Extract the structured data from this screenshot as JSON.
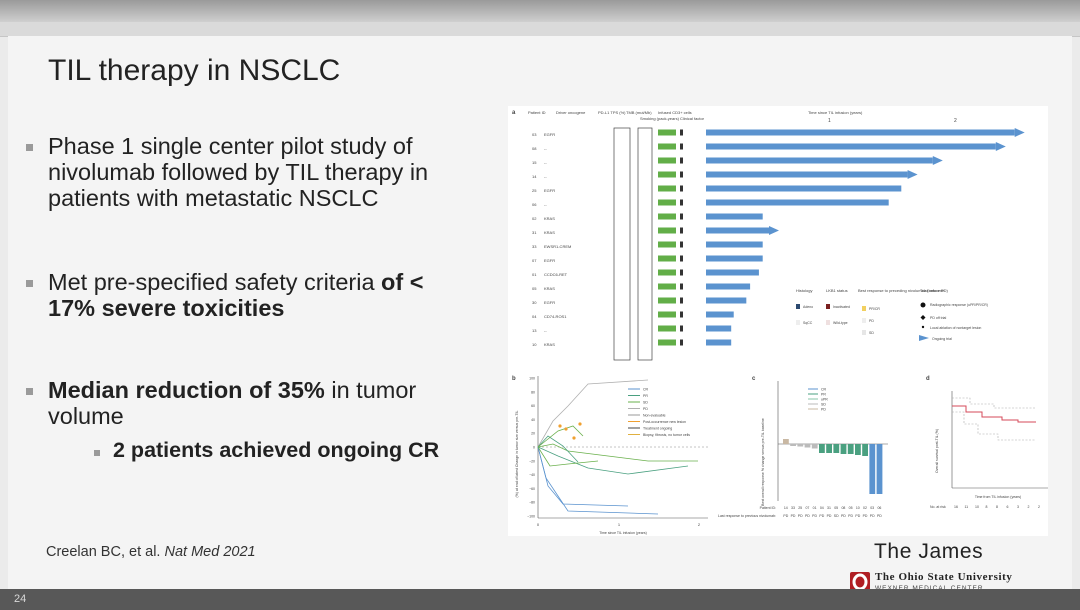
{
  "slide": {
    "title": "TIL therapy in NSCLC",
    "bullets": [
      {
        "lines": [
          "Phase 1 single center pilot study of",
          "nivolumab followed by TIL therapy in",
          "patients with metastatic NSCLC"
        ]
      },
      {
        "line1_prefix": "Met pre-specified safety criteria ",
        "line1_bold": "of <",
        "line2_bold": "17% severe toxicities"
      },
      {
        "line1_bold": "Median reduction of 35%",
        "line1_rest": " in tumor",
        "line2": "volume"
      }
    ],
    "sub_bullet": "2 patients achieved ongoing CR",
    "citation_prefix": "Creelan BC, et al. ",
    "citation_journal": "Nat Med 2021",
    "page_number": "24"
  },
  "branding": {
    "name": "The James",
    "university": "The Ohio State University",
    "center": "WEXNER MEDICAL CENTER",
    "scarlet": "#b01e23"
  },
  "figure": {
    "panel_a": {
      "label": "a",
      "headers": [
        "Patient ID",
        "Driver oncogene",
        "PD-L1 TPS (%)",
        "TMB (mut/Mb)",
        "Smoking (pack-years)",
        "Infused CD3+ cells",
        "Clinical factor"
      ],
      "time_axis_title": "Time since TIL infusion (years)",
      "time_ticks": [
        "1",
        "2"
      ],
      "rows": [
        {
          "id": "03",
          "gene": "EGFR",
          "years": 2.45,
          "ongoing": true
        },
        {
          "id": "08",
          "gene": "--",
          "years": 2.3,
          "ongoing": true
        },
        {
          "id": "15",
          "gene": "--",
          "years": 1.8,
          "ongoing": true
        },
        {
          "id": "14",
          "gene": "--",
          "years": 1.6,
          "ongoing": true
        },
        {
          "id": "25",
          "gene": "EGFR",
          "years": 1.55,
          "ongoing": false
        },
        {
          "id": "06",
          "gene": "--",
          "years": 1.45,
          "ongoing": false
        },
        {
          "id": "02",
          "gene": "KRAS",
          "years": 0.45,
          "ongoing": false
        },
        {
          "id": "31",
          "gene": "KRAS",
          "years": 0.5,
          "ongoing": true
        },
        {
          "id": "33",
          "gene": "EWSR1-CREM",
          "years": 0.45,
          "ongoing": false
        },
        {
          "id": "07",
          "gene": "EGFR",
          "years": 0.45,
          "ongoing": false
        },
        {
          "id": "01",
          "gene": "CCDC6-RET",
          "years": 0.42,
          "ongoing": false
        },
        {
          "id": "05",
          "gene": "KRAS",
          "years": 0.35,
          "ongoing": false
        },
        {
          "id": "30",
          "gene": "EGFR",
          "years": 0.32,
          "ongoing": false
        },
        {
          "id": "04",
          "gene": "CD74-ROS1",
          "years": 0.22,
          "ongoing": false
        },
        {
          "id": "13",
          "gene": "--",
          "years": 0.2,
          "ongoing": false
        },
        {
          "id": "10",
          "gene": "KRAS",
          "years": 0.2,
          "ongoing": false
        }
      ],
      "legend": {
        "histology_title": "Histology",
        "histology": [
          "Adeno",
          "SqCC"
        ],
        "lkb1_title": "LKB1 status",
        "lkb1": [
          "Inactivated",
          "Wild-type"
        ],
        "best_response_title": "Best response to preceding nivolumab (before PD)",
        "best_response": [
          "PR/CR",
          "PD",
          "SD"
        ],
        "outcome_title": "Trial outcome",
        "outcome": [
          "Radiographic response (uPR/PR/CR)",
          "PD off trial",
          "Local ablation of nontarget lesion",
          "Ongoing trial"
        ]
      }
    },
    "panel_b": {
      "label": "b",
      "ylabel": "(%) at end of latest Change in tumor size versus pre-TIL",
      "xlabel": "Time since TIL infusion (years)",
      "yticks": [
        "100",
        "80",
        "60",
        "40",
        "20",
        "0",
        "−20",
        "−40",
        "−60",
        "−80",
        "−100"
      ],
      "xticks": [
        "0",
        "1",
        "2"
      ],
      "legend": [
        "CR",
        "PR",
        "SD",
        "PD",
        "Non-evaluable",
        "Post-occurrence new lesion",
        "Treatment ongoing",
        "Biopsy, fibrosis, no tumor cells"
      ]
    },
    "panel_c": {
      "label": "c",
      "legend": [
        "CR",
        "PR",
        "uPR",
        "SD",
        "PD"
      ],
      "ylabel": "Best overall response % change versus pre-TIL baseline",
      "patient_ids": [
        "14",
        "33",
        "25",
        "07",
        "01",
        "04",
        "31",
        "05",
        "08",
        "05",
        "10",
        "02",
        "03",
        "06"
      ],
      "patient_row_label": "Patient ID:",
      "last_response_row_label": "Last response to previous nivolumab:",
      "last_response": [
        "PD",
        "PD",
        "PD",
        "PD",
        "PD",
        "PD",
        "PD",
        "SD",
        "PD",
        "PD",
        "PD",
        "PD",
        "PD",
        "PD"
      ],
      "values": [
        10,
        -4,
        -5,
        -7,
        -9,
        -18,
        -18,
        -18,
        -20,
        -20,
        -22,
        -24,
        -100,
        -100
      ]
    },
    "panel_d": {
      "label": "d",
      "ylabel": "Overall survival post-TIL (%)",
      "xlabel": "Time from TIL infusion (years)",
      "at_risk_label": "No. at risk",
      "at_risk": [
        "16",
        "11",
        "10",
        "8",
        "8",
        "6",
        "3",
        "2",
        "2"
      ]
    }
  }
}
